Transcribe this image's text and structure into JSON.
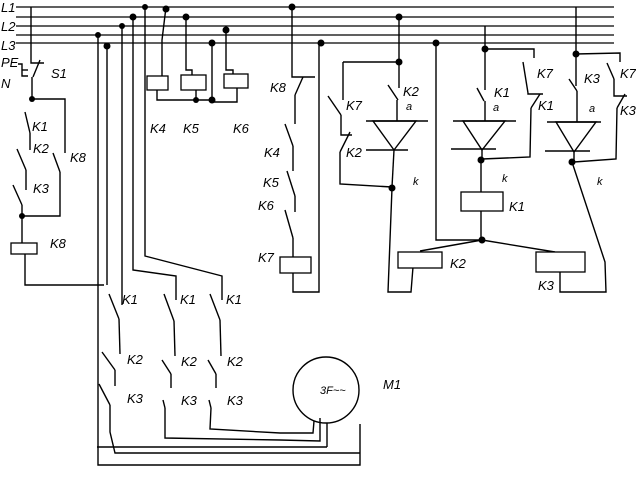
{
  "diagram": {
    "type": "electrical-schematic",
    "bus_labels": [
      "L1",
      "L2",
      "L3",
      "PE",
      "N"
    ],
    "switch_label": "S1",
    "motor": {
      "label": "M1",
      "inner_text": "3F~~"
    },
    "coils": {
      "k8_left": "K8",
      "k4": "K4",
      "k5": "K5",
      "k6": "K6",
      "k7": "K7",
      "k1": "K1",
      "k2": "K2",
      "k3": "K3"
    },
    "left_branch_contacts": [
      "K1",
      "K2",
      "K3",
      "K8"
    ],
    "k7_branch_contacts": [
      "K8",
      "K4",
      "K5",
      "K6"
    ],
    "thyristor_left": {
      "gate_contacts": [
        "K7",
        "K2"
      ],
      "top_contact": "K2",
      "anode": "a",
      "cathode": "k"
    },
    "thyristor_mid": {
      "top_contact": "K1",
      "side_contacts": [
        "K7",
        "K1"
      ],
      "anode": "a",
      "cathode": "k"
    },
    "thyristor_right": {
      "top_contact": "K3",
      "side_contacts": [
        "K7",
        "K3"
      ],
      "anode": "a",
      "cathode": "k"
    },
    "power_contacts": {
      "row1": [
        "K1",
        "K1",
        "K1"
      ],
      "row2": [
        "K2",
        "K2",
        "K2"
      ],
      "row3": [
        "K3",
        "K3",
        "K3"
      ]
    }
  }
}
